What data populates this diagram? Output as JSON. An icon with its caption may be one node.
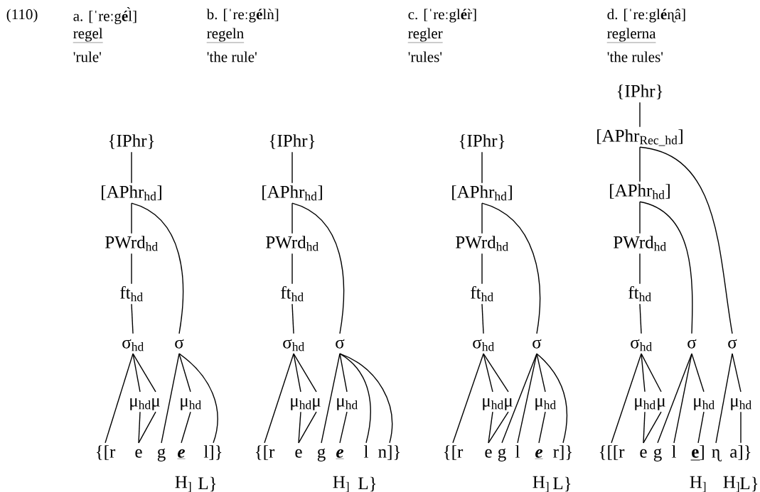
{
  "diagram": {
    "nodes": [
      {
        "text": [
          "{IPhr}"
        ]
      },
      {
        "text": [
          "[APhr$_{hd}$]"
        ]
      },
      {
        "text": [
          "PWrd$_{hd}$"
        ]
      },
      {
        "text": [
          "ft$_{hd}$"
        ]
      },
      {
        "text": [
          "σ$_{hd}$"
        ]
      },
      {
        "text": [
          "σ"
        ]
      },
      {
        "text": [
          "μ$_{hd}$"
        ]
      },
      {
        "text": [
          "μ"
        ]
      },
      {
        "text": [
          "μ$_{hd}$"
        ]
      },
      {
        "text": [
          "{[r"
        ]
      },
      {
        "text": [
          "e"
        ]
      },
      {
        "text": [
          "g"
        ]
      },
      {
        "text": [
          "e"
        ]
      },
      {
        "text": [
          "l]}"
        ]
      },
      {
        "text": [
          "{IPhr}"
        ]
      },
      {
        "text": [
          "[APhr$_{hd}$]"
        ]
      },
      {
        "text": [
          "PWrd$_{hd}$"
        ]
      },
      {
        "text": [
          "ft$_{hd}$"
        ]
      },
      {
        "text": [
          "σ$_{hd}$"
        ]
      },
      {
        "text": [
          "σ"
        ]
      },
      {
        "text": [
          "μ$_{hd}$"
        ]
      },
      {
        "text": [
          "μ"
        ]
      },
      {
        "text": [
          "μ$_{hd}$"
        ]
      },
      {
        "text": [
          "{[r"
        ]
      },
      {
        "text": [
          "e"
        ]
      },
      {
        "text": [
          "g"
        ]
      },
      {
        "text": [
          "e"
        ]
      },
      {
        "text": [
          "l"
        ]
      },
      {
        "text": [
          "n]}"
        ]
      },
      {
        "text": [
          "{IPhr}"
        ]
      },
      {
        "text": [
          "[APhr$_{hd}$]"
        ]
      },
      {
        "text": [
          "PWrd$_{hd}$"
        ]
      },
      {
        "text": [
          "ft$_{hd}$"
        ]
      },
      {
        "text": [
          "σ$_{hd}$"
        ]
      },
      {
        "text": [
          "σ"
        ]
      },
      {
        "text": [
          "μ$_{hd}$"
        ]
      },
      {
        "text": [
          "μ"
        ]
      },
      {
        "text": [
          "μ$_{hd}$"
        ]
      },
      {
        "text": [
          "{[r"
        ]
      },
      {
        "text": [
          "e"
        ]
      },
      {
        "text": [
          "g"
        ]
      },
      {
        "text": [
          "l"
        ]
      },
      {
        "text": [
          "e"
        ]
      },
      {
        "text": [
          "r]}"
        ]
      },
      {
        "text": [
          "{IPhr}"
        ]
      },
      {
        "text": [
          "[APhr$_{Rec_hd}$]"
        ]
      },
      {
        "text": [
          "[APhr$_{hd}$]"
        ]
      },
      {
        "text": [
          "PWrd$_{hd}$"
        ]
      },
      {
        "text": [
          "ft$_{hd}$"
        ]
      },
      {
        "text": [
          "σ$_{hd}$"
        ]
      },
      {
        "text": [
          "σ"
        ]
      },
      {
        "text": [
          "σ"
        ]
      },
      {
        "text": [
          "μ$_{hd}$"
        ]
      },
      {
        "text": [
          "μ"
        ]
      },
      {
        "text": [
          "μ$_{hd}$"
        ]
      },
      {
        "text": [
          "μ$_{hd}$"
        ]
      },
      {
        "text": [
          "{[[r"
        ]
      },
      {
        "text": [
          "e"
        ]
      },
      {
        "text": [
          "g"
        ]
      },
      {
        "text": [
          "l"
        ]
      },
      {
        "text": [
          "**e**]"
        ]
      },
      {
        "text": [
          "ɳ"
        ]
      },
      {
        "text": [
          "a]}"
        ]
      }
    ],
    "edges": [
      {
        "from": 0,
        "to": 1,
        "arrow": "none"
      },
      {
        "from": 1,
        "to": 2,
        "arrow": "none"
      },
      {
        "from": 1,
        "to": 5,
        "arrow": "none"
      },
      {
        "from": 2,
        "to": 3,
        "arrow": "none"
      },
      {
        "from": 3,
        "to": 4,
        "arrow": "none"
      },
      {
        "from": 4,
        "to": 9,
        "arrow": "none"
      },
      {
        "from": 4,
        "to": 6,
        "arrow": "none"
      },
      {
        "from": 4,
        "to": 7,
        "arrow": "none"
      },
      {
        "from": 6,
        "to": 10,
        "arrow": "none"
      },
      {
        "from": 7,
        "to": 10,
        "arrow": "none"
      },
      {
        "from": 5,
        "to": 11,
        "arrow": "none"
      },
      {
        "from": 5,
        "to": 8,
        "arrow": "none"
      },
      {
        "from": 5,
        "to": 13,
        "arrow": "none"
      },
      {
        "from": 8,
        "to": 12,
        "arrow": "none"
      },
      {
        "from": 14,
        "to": 15,
        "arrow": "none"
      },
      {
        "from": 15,
        "to": 16,
        "arrow": "none"
      },
      {
        "from": 15,
        "to": 19,
        "arrow": "none"
      },
      {
        "from": 16,
        "to": 17,
        "arrow": "none"
      },
      {
        "from": 17,
        "to": 18,
        "arrow": "none"
      },
      {
        "from": 18,
        "to": 23,
        "arrow": "none"
      },
      {
        "from": 18,
        "to": 20,
        "arrow": "none"
      },
      {
        "from": 18,
        "to": 21,
        "arrow": "none"
      },
      {
        "from": 20,
        "to": 24,
        "arrow": "none"
      },
      {
        "from": 21,
        "to": 24,
        "arrow": "none"
      },
      {
        "from": 19,
        "to": 25,
        "arrow": "none"
      },
      {
        "from": 19,
        "to": 22,
        "arrow": "none"
      },
      {
        "from": 19,
        "to": 27,
        "arrow": "none"
      },
      {
        "from": 19,
        "to": 28,
        "arrow": "none"
      },
      {
        "from": 22,
        "to": 26,
        "arrow": "none"
      },
      {
        "from": 29,
        "to": 30,
        "arrow": "none"
      },
      {
        "from": 30,
        "to": 31,
        "arrow": "none"
      },
      {
        "from": 30,
        "to": 34,
        "arrow": "none"
      },
      {
        "from": 31,
        "to": 32,
        "arrow": "none"
      },
      {
        "from": 32,
        "to": 33,
        "arrow": "none"
      },
      {
        "from": 33,
        "to": 38,
        "arrow": "none"
      },
      {
        "from": 33,
        "to": 35,
        "arrow": "none"
      },
      {
        "from": 33,
        "to": 36,
        "arrow": "none"
      },
      {
        "from": 35,
        "to": 39,
        "arrow": "none"
      },
      {
        "from": 36,
        "to": 39,
        "arrow": "none"
      },
      {
        "from": 34,
        "to": 40,
        "arrow": "none"
      },
      {
        "from": 34,
        "to": 41,
        "arrow": "none"
      },
      {
        "from": 34,
        "to": 37,
        "arrow": "none"
      },
      {
        "from": 34,
        "to": 43,
        "arrow": "none"
      },
      {
        "from": 37,
        "to": 42,
        "arrow": "none"
      },
      {
        "from": 44,
        "to": 45,
        "arrow": "none"
      },
      {
        "from": 45,
        "to": 46,
        "arrow": "none"
      },
      {
        "from": 45,
        "to": 51,
        "arrow": "none"
      },
      {
        "from": 46,
        "to": 47,
        "arrow": "none"
      },
      {
        "from": 46,
        "to": 50,
        "arrow": "none"
      },
      {
        "from": 47,
        "to": 48,
        "arrow": "none"
      },
      {
        "from": 48,
        "to": 49,
        "arrow": "none"
      },
      {
        "from": 49,
        "to": 56,
        "arrow": "none"
      },
      {
        "from": 49,
        "to": 52,
        "arrow": "none"
      },
      {
        "from": 49,
        "to": 53,
        "arrow": "none"
      },
      {
        "from": 52,
        "to": 57,
        "arrow": "none"
      },
      {
        "from": 53,
        "to": 57,
        "arrow": "none"
      },
      {
        "from": 50,
        "to": 58,
        "arrow": "none"
      },
      {
        "from": 50,
        "to": 59,
        "arrow": "none"
      },
      {
        "from": 50,
        "to": 54,
        "arrow": "none"
      },
      {
        "from": 54,
        "to": 60,
        "arrow": "none"
      },
      {
        "from": 51,
        "to": 61,
        "arrow": "none"
      },
      {
        "from": 51,
        "to": 55,
        "arrow": "none"
      },
      {
        "from": 55,
        "to": 62,
        "arrow": "none"
      }
    ],
    "labels": [
      "(110)",
      "a. [ˈreːg**é**l̀]",
      "b. [ˈreːg**é**lǹ]",
      "c. [ˈreːgl**é**r̀]",
      "d. [ˈreːgl**é**ɳâ]",
      "regel",
      "regeln",
      "regler",
      "reglerna",
      "'rule'",
      "'the rule'",
      "'rules'",
      "'the rules'",
      "H$_{]}$",
      "L}",
      "H$_{]}$",
      "L}",
      "H$_{]}$",
      "L}",
      "H$_{]}$",
      "H$_{]}$",
      "L}"
    ]
  }
}
